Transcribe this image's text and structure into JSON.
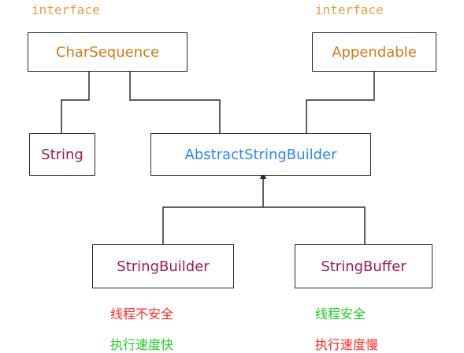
{
  "stereotypes": {
    "charsequence": "interface",
    "appendable": "interface"
  },
  "classes": {
    "charsequence": "CharSequence",
    "appendable": "Appendable",
    "string": "String",
    "abstract_builder": "AbstractStringBuilder",
    "string_builder": "StringBuilder",
    "string_buffer": "StringBuffer"
  },
  "notes": {
    "builder_safety": "线程不安全",
    "builder_speed": "执行速度快",
    "buffer_safety": "线程安全",
    "buffer_speed": "执行速度慢"
  },
  "colors": {
    "interface_text": "#d07a1c",
    "class_text": "#9c1b5a",
    "abstract_text": "#2b8ae0",
    "unsafe_note": "#ff2a2a",
    "safe_note": "#22cc22"
  }
}
